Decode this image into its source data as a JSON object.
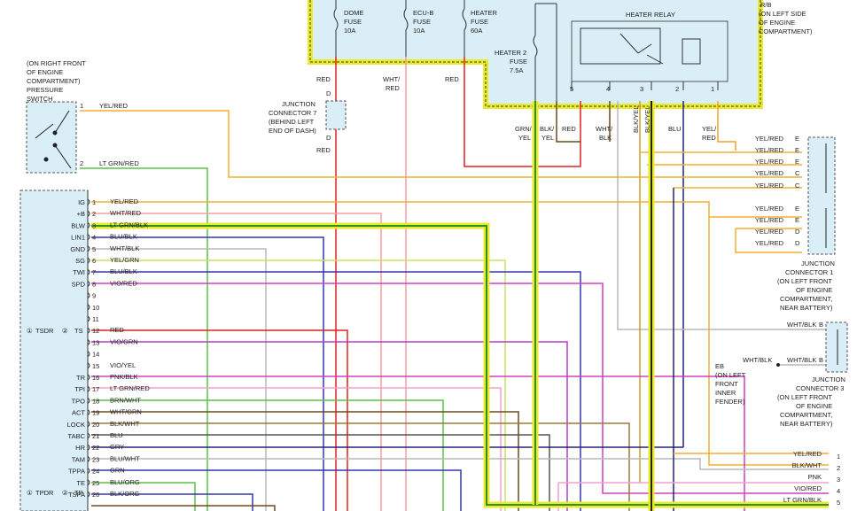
{
  "fuse_box": {
    "location_lines": [
      "R/B",
      "(ON LEFT SIDE",
      "OF ENGINE",
      "COMPARTMENT)"
    ],
    "fuses": [
      {
        "lines": [
          "DOME",
          "FUSE",
          "10A"
        ]
      },
      {
        "lines": [
          "ECU-B",
          "FUSE",
          "10A"
        ]
      },
      {
        "lines": [
          "HEATER",
          "FUSE",
          "60A"
        ]
      }
    ],
    "heater2_fuse": [
      "HEATER 2",
      "FUSE",
      "7.5A"
    ],
    "relay_title": "HEATER RELAY",
    "relay_pins": [
      "5",
      "4",
      "3",
      "2",
      "1"
    ]
  },
  "pressure_switch": {
    "lines": [
      "(ON RIGHT FRONT",
      "OF ENGINE",
      "COMPARTMENT)",
      "PRESSURE",
      "SWITCH"
    ],
    "pins": [
      {
        "num": "1",
        "wire": "YEL/RED"
      },
      {
        "num": "2",
        "wire": "LT GRN/RED"
      }
    ]
  },
  "junction7": {
    "lines": [
      "JUNCTION",
      "CONNECTOR 7",
      "(BEHIND LEFT",
      "END OF DASH)"
    ],
    "pin": "D"
  },
  "top_wires": {
    "red1": "RED",
    "wht_red": [
      "WHT/",
      "RED"
    ],
    "red2": "RED",
    "red3": "RED"
  },
  "relay_wires": [
    [
      "GRN/",
      "YEL"
    ],
    [
      "BLK/",
      "YEL"
    ],
    [
      "RED"
    ],
    [
      "WHT/",
      "BLK"
    ],
    [
      "BLK/YEL"
    ],
    [
      "BLK/YEL"
    ],
    [
      "BLU"
    ],
    [
      "YEL/",
      "RED"
    ]
  ],
  "ecu": {
    "group_a": [
      "①",
      "TSDR",
      "②",
      "TS"
    ],
    "group_b": [
      "①",
      "TPDR",
      "②",
      "TP"
    ],
    "pins": [
      {
        "num": "1",
        "name": "IG",
        "wire": "YEL/RED"
      },
      {
        "num": "2",
        "name": "+B",
        "wire": "WHT/RED"
      },
      {
        "num": "3",
        "name": "BLW",
        "wire": "LT GRN/BLK"
      },
      {
        "num": "4",
        "name": "LIN1",
        "wire": "BLU/BLK"
      },
      {
        "num": "5",
        "name": "GND",
        "wire": "WHT/BLK"
      },
      {
        "num": "6",
        "name": "SG",
        "wire": "YEL/GRN"
      },
      {
        "num": "7",
        "name": "TWI",
        "wire": "BLU/BLK"
      },
      {
        "num": "8",
        "name": "SPD",
        "wire": "VIO/RED"
      },
      {
        "num": "9",
        "name": "",
        "wire": ""
      },
      {
        "num": "10",
        "name": "",
        "wire": ""
      },
      {
        "num": "11",
        "name": "",
        "wire": ""
      },
      {
        "num": "12",
        "name": "",
        "wire": "RED"
      },
      {
        "num": "13",
        "name": "",
        "wire": "VIO/GRN"
      },
      {
        "num": "14",
        "name": "",
        "wire": ""
      },
      {
        "num": "15",
        "name": "",
        "wire": "VIO/YEL"
      },
      {
        "num": "16",
        "name": "TR",
        "wire": "PNK/BLK"
      },
      {
        "num": "17",
        "name": "TPI",
        "wire": "LT GRN/RED"
      },
      {
        "num": "18",
        "name": "TPO",
        "wire": "BRN/WHT"
      },
      {
        "num": "19",
        "name": "ACT",
        "wire": "WHT/GRN"
      },
      {
        "num": "20",
        "name": "LOCK",
        "wire": "BLK/WHT"
      },
      {
        "num": "21",
        "name": "TABC",
        "wire": "BLU"
      },
      {
        "num": "22",
        "name": "HR",
        "wire": "GRY"
      },
      {
        "num": "23",
        "name": "TAM",
        "wire": "BLU/WHT"
      },
      {
        "num": "24",
        "name": "TPPA",
        "wire": "GRN"
      },
      {
        "num": "25",
        "name": "TE",
        "wire": "BLU/ORG"
      },
      {
        "num": "26",
        "name": "TSPA",
        "wire": "BLK/ORG"
      }
    ]
  },
  "junction1": {
    "lines": [
      "JUNCTION",
      "CONNECTOR 1",
      "(ON LEFT FRONT",
      "OF ENGINE",
      "COMPARTMENT,",
      "NEAR BATTERY)"
    ],
    "pins": [
      {
        "wire": "YEL/RED",
        "pin": "E"
      },
      {
        "wire": "YEL/RED",
        "pin": "E"
      },
      {
        "wire": "YEL/RED",
        "pin": "E"
      },
      {
        "wire": "YEL/RED",
        "pin": "C"
      },
      {
        "wire": "YEL/RED",
        "pin": "C"
      },
      {
        "wire": "YEL/RED",
        "pin": "E"
      },
      {
        "wire": "YEL/RED",
        "pin": "E"
      },
      {
        "wire": "YEL/RED",
        "pin": "D"
      },
      {
        "wire": "YEL/RED",
        "pin": "D"
      }
    ]
  },
  "junction3": {
    "lines": [
      "JUNCTION",
      "CONNECTOR 3",
      "(ON LEFT FRONT",
      "OF ENGINE",
      "COMPARTMENT,",
      "NEAR BATTERY)"
    ],
    "pins": [
      {
        "wire": "WHT/BLK",
        "pin": "B"
      },
      {
        "wire": "WHT/BLK",
        "pin": "B"
      }
    ]
  },
  "ground_eb": {
    "lines": [
      "EB",
      "(ON LEFT",
      "FRONT",
      "INNER",
      "FENDER)"
    ],
    "wire": "WHT/BLK"
  },
  "bottom_right": {
    "rows": [
      {
        "wire": "YEL/RED",
        "pin": "1"
      },
      {
        "wire": "BLK/WHT",
        "pin": "2"
      },
      {
        "wire": "PNK",
        "pin": "3"
      },
      {
        "wire": "VIO/RED",
        "pin": "4"
      },
      {
        "wire": "LT GRN/BLK",
        "pin": "5"
      }
    ]
  }
}
